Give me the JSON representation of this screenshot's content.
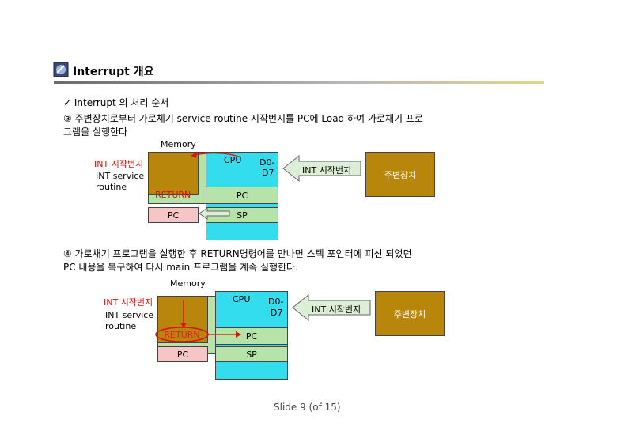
{
  "title": "Interrupt 개요",
  "bullet": "✓ Interrupt 의 처리 순서",
  "step3": {
    "line1": "③ 주변장치로부터 가로체기 service routine 시작번지를  PC에 Load 하여 가로채기 프로",
    "line2": "그램을 실행한다"
  },
  "step4": {
    "line1": "④ 가로채기 프로그램을  실행한 후 RETURN명령어를 만나면 스텍 포인터에 피신 되었던",
    "line2": "PC 내용을 복구하여 다시 main 프로그램을 계속 실행한다."
  },
  "diagram1": {
    "memory": "Memory",
    "int_addr": "INT 시작번지",
    "int_service_1": "INT service",
    "int_service_2": "routine",
    "return": "RETURN",
    "pc_mem": "PC",
    "cpu": "CPU",
    "d0": "D0-",
    "d7": "D7",
    "pc_reg": "PC",
    "sp_reg": "SP",
    "arrow_label": "INT 시작번지",
    "peripheral": "주변장치"
  },
  "diagram2": {
    "memory": "Memory",
    "int_addr": "INT 시작번지",
    "int_service_1": "INT service",
    "int_service_2": "routine",
    "return": "RETURN",
    "pc_mem": "PC",
    "cpu": "CPU",
    "d0": "D0-",
    "d7": "D7",
    "pc_reg": "PC",
    "sp_reg": "SP",
    "arrow_label": "INT 시작번지",
    "peripheral": "주변장치"
  },
  "footer": "Slide  9 (of  15)",
  "colors": {
    "cpu": "#33ddee",
    "memory_outer": "#b5e3a8",
    "memory_inner": "#b8860b",
    "stack_cell": "#f6c6c6",
    "arrow_fill": "#dcefd6",
    "red_accent": "#d11111"
  }
}
